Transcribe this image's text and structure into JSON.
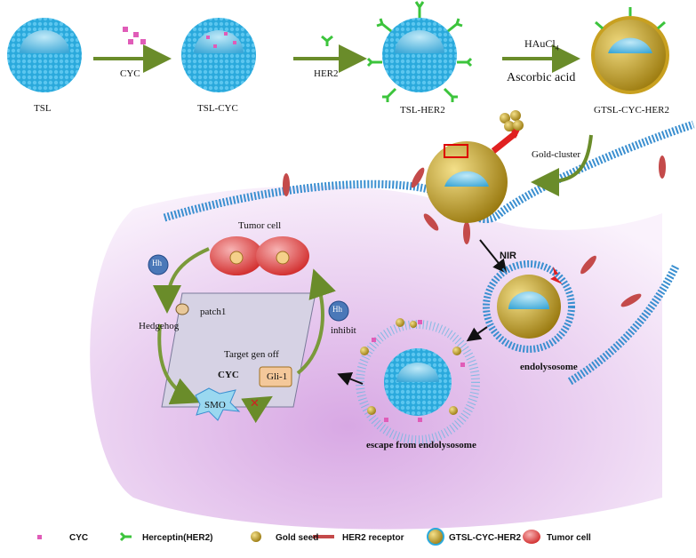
{
  "steps": {
    "tsl": "TSL",
    "tsl_cyc": "TSL-CYC",
    "tsl_her2": "TSL-HER2",
    "gtsl": "GTSL-CYC-HER2",
    "arrow1": "CYC",
    "arrow2": "HER2",
    "arrow3_top": "HAuCl",
    "arrow3_sub": "4",
    "arrow3_bottom": "Ascorbic acid",
    "gold_cluster": "Gold-cluster"
  },
  "cell": {
    "nir": "NIR",
    "endolysosome": "endolysosome",
    "escape": "escape from endolysosome"
  },
  "pathway": {
    "tumor_cell": "Tumor cell",
    "hh1": "Hh",
    "hh2": "Hh",
    "hedgehog": "Hedgehog",
    "patch1": "patch1",
    "inhibit": "inhibit",
    "target": "Target gen off",
    "cyc": "CYC",
    "smo": "SMO",
    "gli": "Gli-1"
  },
  "legend": {
    "cyc": "CYC",
    "herceptin": "Herceptin(HER2)",
    "gold": "Gold seed",
    "receptor": "HER2 receptor",
    "gtsl": "GTSL-CYC-HER2",
    "tumor": "Tumor cell"
  },
  "colors": {
    "liposome": "#2aa9dc",
    "arrow_green": "#7a9a3a",
    "antibody": "#3cc43c",
    "gold": "#c8a020",
    "cell_fill": "#e8c8ee",
    "membrane": "#3a8fd0",
    "receptor": "#c44a4a",
    "cyc": "#e05cb8"
  }
}
